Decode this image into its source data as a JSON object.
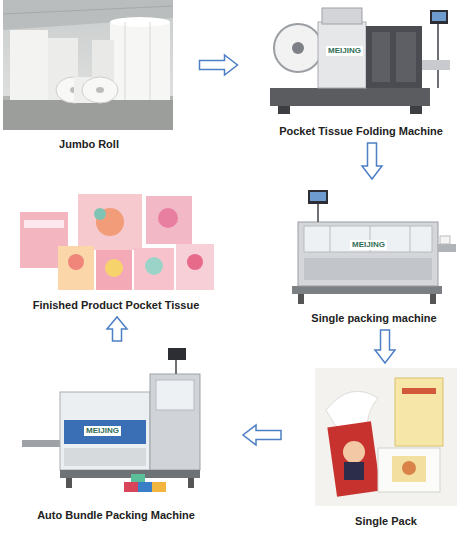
{
  "diagram": {
    "nodes": [
      {
        "text": [
          "Jumbo Roll"
        ]
      },
      {
        "text": [
          "Pocket Tissue Folding Machine"
        ]
      },
      {
        "text": [
          "Single packing machine"
        ]
      },
      {
        "text": [
          "Single Pack"
        ]
      },
      {
        "text": [
          "Auto Bundle Packing Machine"
        ]
      },
      {
        "text": [
          "Finished Product Pocket Tissue"
        ]
      }
    ],
    "edges": [
      {
        "from": 0,
        "to": 1,
        "arrow": "to"
      },
      {
        "from": 1,
        "to": 2,
        "arrow": "to"
      },
      {
        "from": 2,
        "to": 3,
        "arrow": "to"
      },
      {
        "from": 3,
        "to": 4,
        "arrow": "to"
      },
      {
        "from": 4,
        "to": 5,
        "arrow": "to"
      }
    ],
    "labels": [
      "MEIJING",
      "MEIJING",
      "MEIJING"
    ]
  }
}
